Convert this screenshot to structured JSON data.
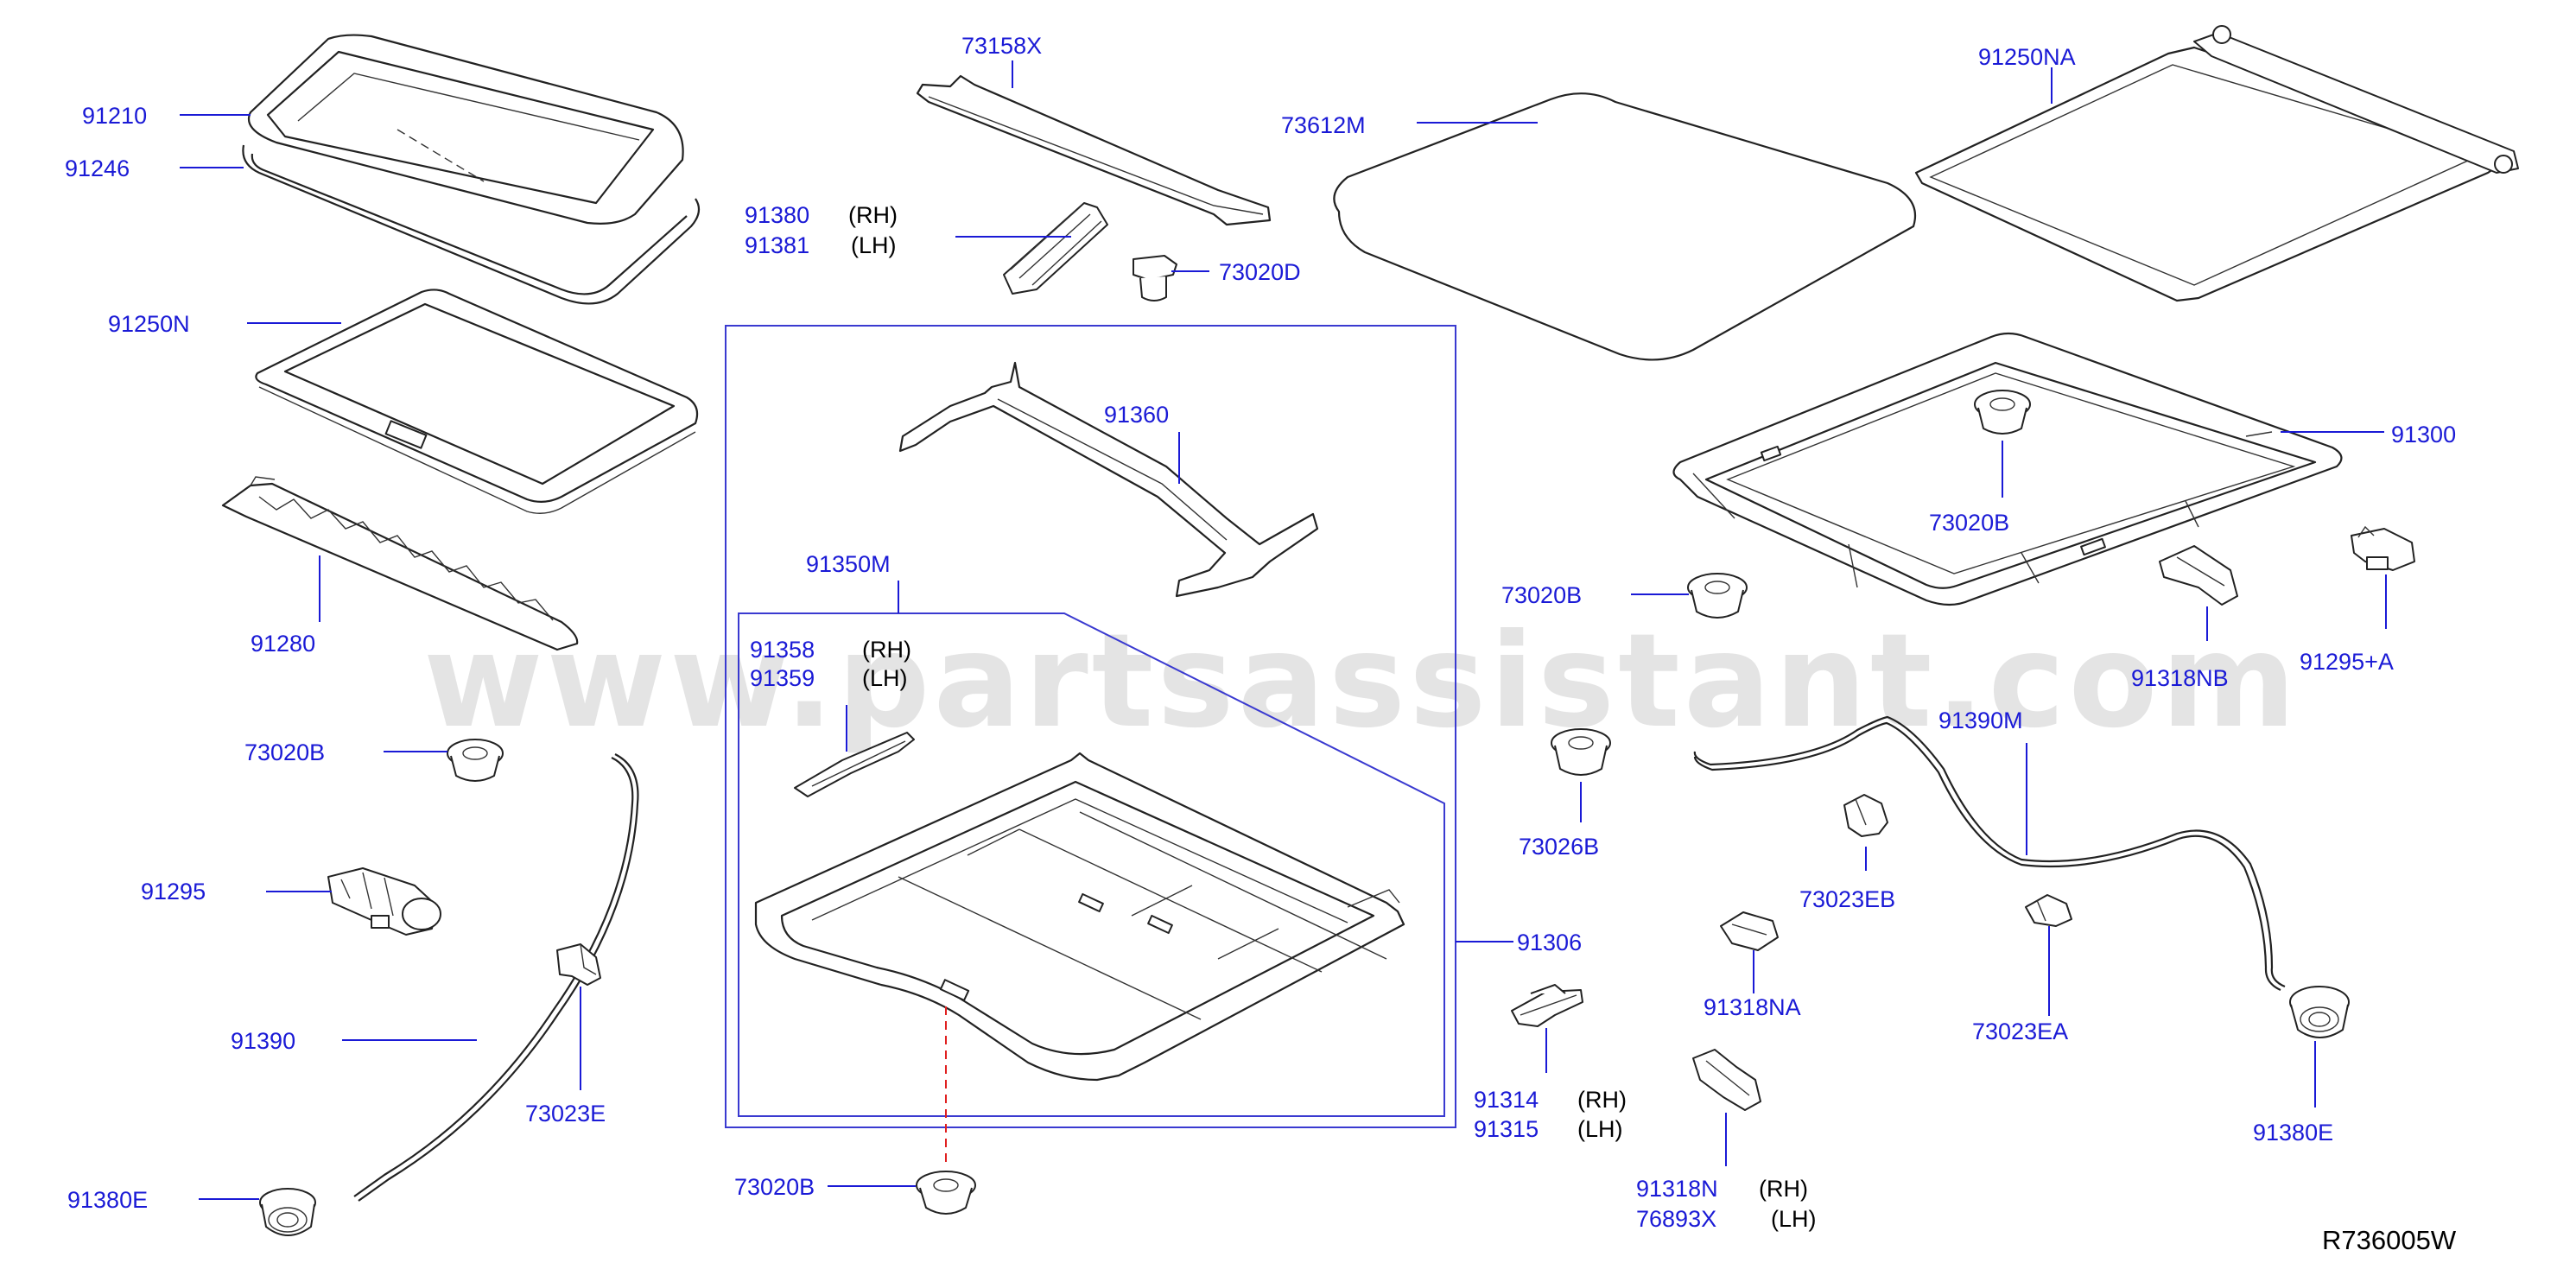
{
  "watermark": "www.partsassistant.com",
  "reference_code": "R736005W",
  "callouts": {
    "c91210": "91210",
    "c91246": "91246",
    "c91250N": "91250N",
    "c91280": "91280",
    "c73020B_left": "73020B",
    "c91295": "91295",
    "c91390": "91390",
    "c73023E": "73023E",
    "c91380E_left": "91380E",
    "c73158X": "73158X",
    "c91380": "91380",
    "c91381": "91381",
    "c73020D": "73020D",
    "c91360": "91360",
    "c91350M": "91350M",
    "c91358": "91358",
    "c91359": "91359",
    "c73020B_bottom": "73020B",
    "c91306": "91306",
    "c91314": "91314",
    "c91315": "91315",
    "c73612M": "73612M",
    "c91250NA": "91250NA",
    "c91300": "91300",
    "c73020B_right_top": "73020B",
    "c73020B_right_mid": "73020B",
    "c91318NB": "91318NB",
    "c91295A": "91295+A",
    "c91390M": "91390M",
    "c73026B": "73026B",
    "c73023EB": "73023EB",
    "c91318NA": "91318NA",
    "c73023EA": "73023EA",
    "c91318N": "91318N",
    "c76893X": "76893X",
    "c91380E_right": "91380E"
  },
  "sides": {
    "rh_91380": "(RH)",
    "lh_91381": "(LH)",
    "rh_91358": "(RH)",
    "lh_91359": "(LH)",
    "rh_91314": "(RH)",
    "lh_91315": "(LH)",
    "rh_91318N": "(RH)",
    "lh_76893X": "(LH)"
  },
  "colors": {
    "callout_text": "#1a1ad6",
    "leader_line": "#1a1ad6",
    "part_outline": "#222222",
    "group_box": "#3a3ad0",
    "alignment_dash": "#e02020",
    "watermark": "#cfcfcf"
  }
}
